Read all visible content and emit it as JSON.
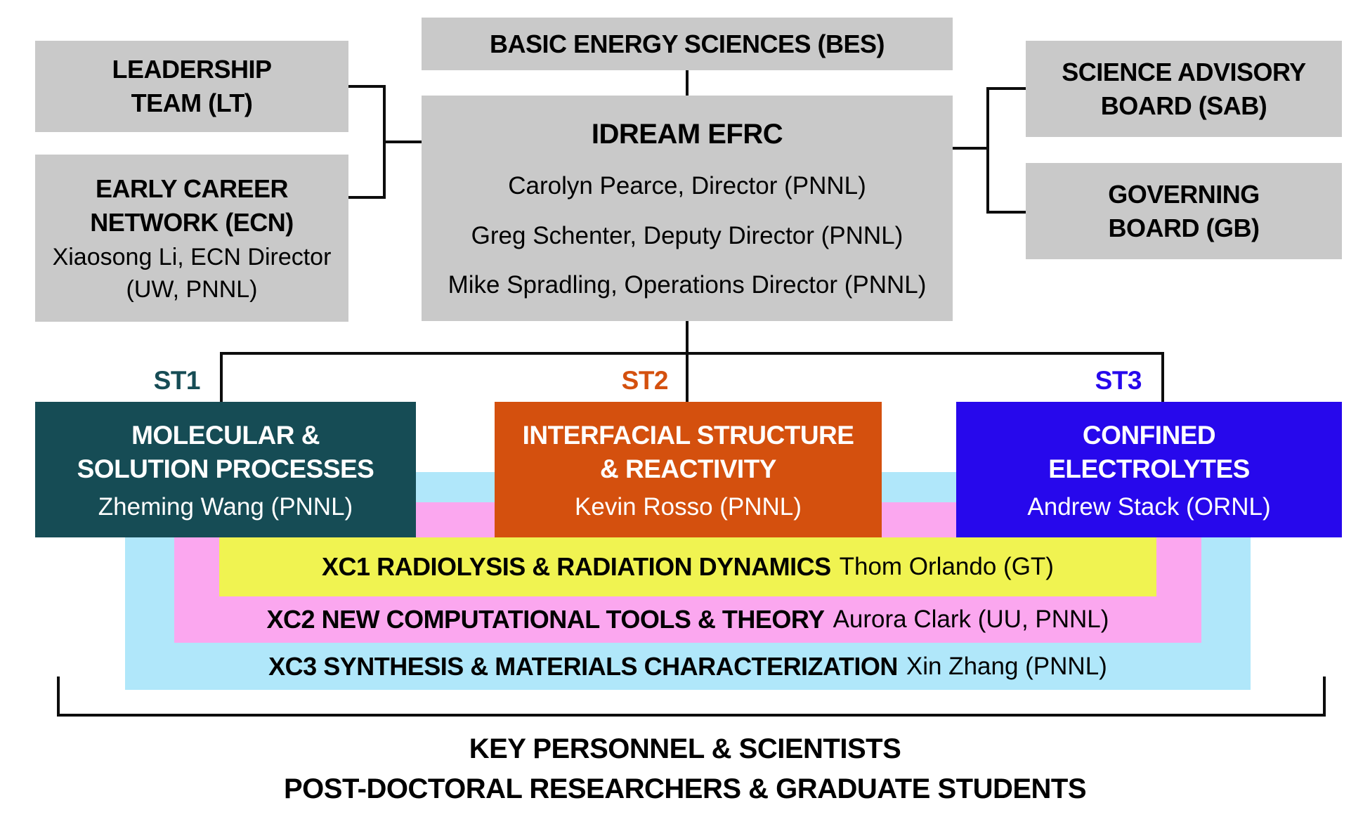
{
  "chart_title": "IDREAM EFRC organization chart",
  "top_row": {
    "leadership_team": {
      "line1": "LEADERSHIP",
      "line2": "TEAM (LT)"
    },
    "early_career_network": {
      "line1": "EARLY CAREER",
      "line2": "NETWORK (ECN)",
      "director_line1": "Xiaosong Li, ECN Director",
      "director_line2": "(UW, PNNL)"
    },
    "basic_energy_sciences": {
      "title": "BASIC ENERGY SCIENCES (BES)"
    },
    "idream_efrc": {
      "title": "IDREAM EFRC",
      "director": "Carolyn Pearce, Director (PNNL)",
      "deputy_director": "Greg Schenter, Deputy Director (PNNL)",
      "operations_director": "Mike Spradling, Operations Director (PNNL)"
    },
    "science_advisory_board": {
      "line1": "SCIENCE ADVISORY",
      "line2": "BOARD (SAB)"
    },
    "governing_board": {
      "line1": "GOVERNING",
      "line2": "BOARD (GB)"
    }
  },
  "science_thrusts": {
    "st1": {
      "tag": "ST1",
      "line1": "MOLECULAR &",
      "line2": "SOLUTION PROCESSES",
      "lead": "Zheming Wang (PNNL)",
      "color": "#164C55"
    },
    "st2": {
      "tag": "ST2",
      "line1": "INTERFACIAL STRUCTURE",
      "line2": "& REACTIVITY",
      "lead": "Kevin Rosso (PNNL)",
      "color": "#D4500E"
    },
    "st3": {
      "tag": "ST3",
      "line1": "CONFINED",
      "line2": "ELECTROLYTES",
      "lead": "Andrew Stack (ORNL)",
      "color": "#2708EC"
    }
  },
  "crosscuts": {
    "xc1": {
      "title": "XC1 RADIOLYSIS & RADIATION DYNAMICS",
      "lead": "Thom Orlando (GT)",
      "color": "#F0F351"
    },
    "xc2": {
      "title": "XC2 NEW COMPUTATIONAL TOOLS & THEORY",
      "lead": "Aurora Clark (UU, PNNL)",
      "color": "#FBA7EF"
    },
    "xc3": {
      "title": "XC3 SYNTHESIS & MATERIALS CHARACTERIZATION",
      "lead": "Xin Zhang (PNNL)",
      "color": "#B0E7FA"
    }
  },
  "footer": {
    "line1": "KEY PERSONNEL & SCIENTISTS",
    "line2": "POST-DOCTORAL RESEARCHERS & GRADUATE STUDENTS"
  },
  "colors": {
    "org_box_gray": "#C9C9C9",
    "connector_line": "#0D0D0D",
    "st1_teal": "#164C55",
    "st2_orange": "#D4500E",
    "st3_blue": "#2708EC",
    "xc1_yellow": "#F0F351",
    "xc2_pink": "#FBA7EF",
    "xc3_cyan": "#B0E7FA"
  }
}
